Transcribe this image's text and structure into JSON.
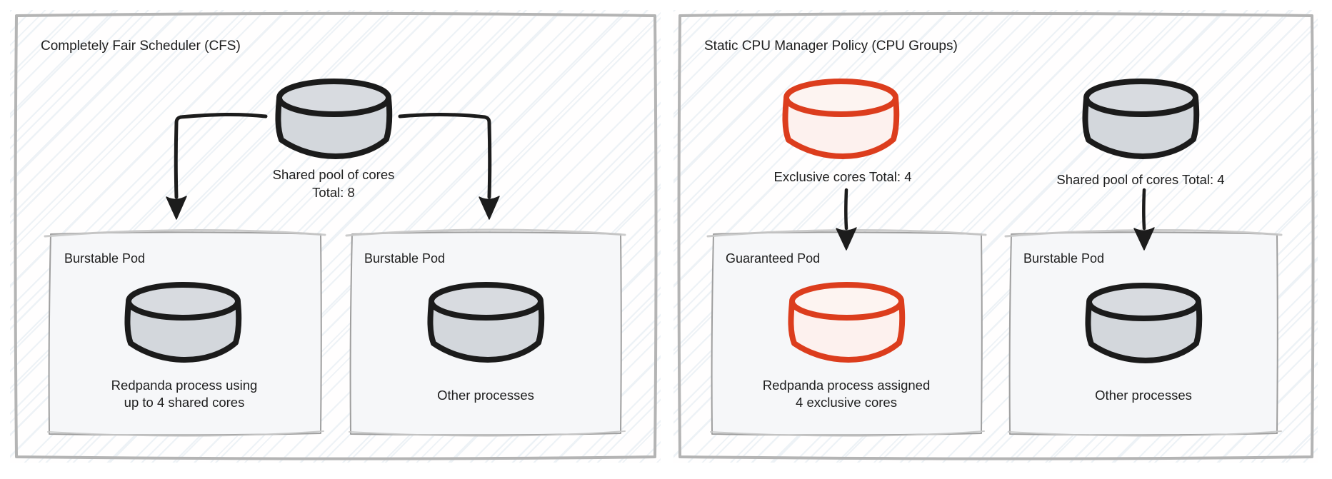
{
  "diagram": {
    "panels": [
      {
        "title": "Completely Fair Scheduler (CFS)",
        "pool": {
          "line1": "Shared pool of cores",
          "line2": "Total: 8"
        },
        "pods": [
          {
            "title": "Burstable Pod",
            "caption1": "Redpanda process using",
            "caption2": "up to 4 shared cores"
          },
          {
            "title": "Burstable Pod",
            "caption1": "Other processes"
          }
        ]
      },
      {
        "title": "Static CPU Manager Policy (CPU Groups)",
        "pools": [
          {
            "label": "Exclusive cores Total: 4"
          },
          {
            "label": "Shared pool of cores Total: 4"
          }
        ],
        "pods": [
          {
            "title": "Guaranteed Pod",
            "caption1": "Redpanda process assigned",
            "caption2": "4 exclusive cores"
          },
          {
            "title": "Burstable Pod",
            "caption1": "Other processes"
          }
        ]
      }
    ],
    "colors": {
      "exclusive_stroke": "#dc3d1d",
      "exclusive_fill": "#fdf1ee",
      "shared_cylinder_fill": "#d3d7dc",
      "dark_stroke": "#1b1b1b",
      "panel_border": "#b4b4b4",
      "pod_fill": "#f6f7f9",
      "pod_border": "#9e9e9e",
      "hatch_line": "#edf2f6",
      "text": "#1d1d1d"
    }
  }
}
